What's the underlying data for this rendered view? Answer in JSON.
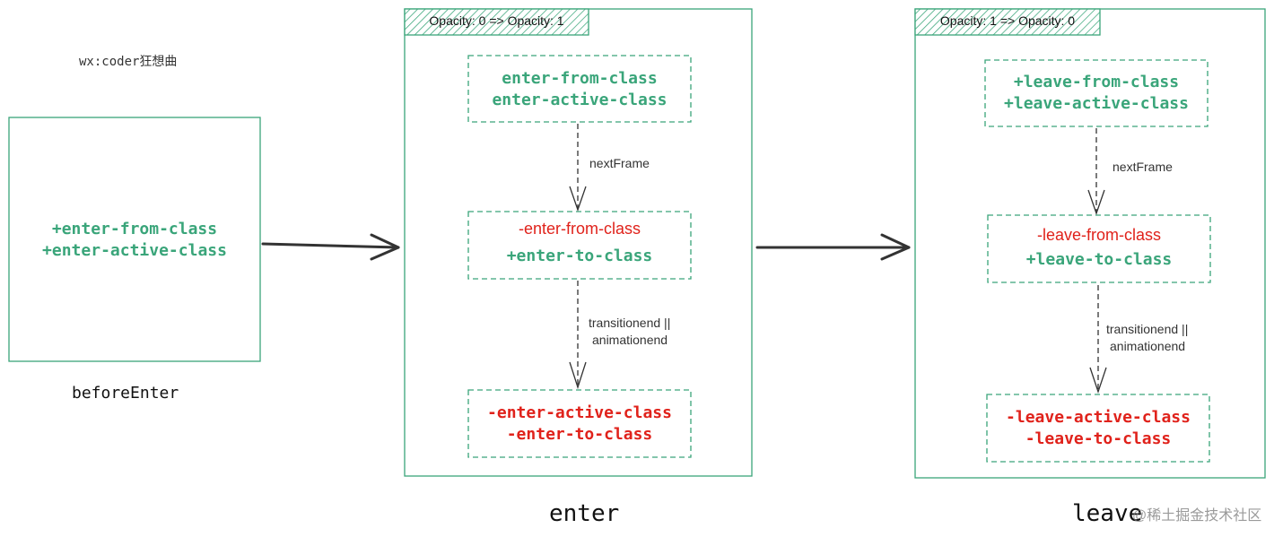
{
  "watermark_top": "wx:coder狂想曲",
  "colors": {
    "green": "#3aa57a",
    "red": "#e0221b",
    "dark": "#333333",
    "hatch": "#dff2e8"
  },
  "before": {
    "lines": [
      "+enter-from-class",
      "+enter-active-class"
    ],
    "caption": "beforeEnter"
  },
  "enter": {
    "badge": "Opacity: 0 => Opacity: 1",
    "box1": [
      "enter-from-class",
      "enter-active-class"
    ],
    "edge1": "nextFrame",
    "box2_line1": "-enter-from-class",
    "box2_line2": "+enter-to-class",
    "edge2_line1": "transitionend ||",
    "edge2_line2": "animationend",
    "box3": [
      "-enter-active-class",
      "-enter-to-class"
    ],
    "caption": "enter"
  },
  "leave": {
    "badge": "Opacity: 1 => Opacity: 0",
    "box1": [
      "+leave-from-class",
      "+leave-active-class"
    ],
    "edge1": "nextFrame",
    "box2_line1": "-leave-from-class",
    "box2_line2": "+leave-to-class",
    "edge2_line1": "transitionend ||",
    "edge2_line2": "animationend",
    "box3": [
      "-leave-active-class",
      "-leave-to-class"
    ],
    "caption": "leave"
  },
  "footer_watermark": "@稀土掘金技术社区"
}
